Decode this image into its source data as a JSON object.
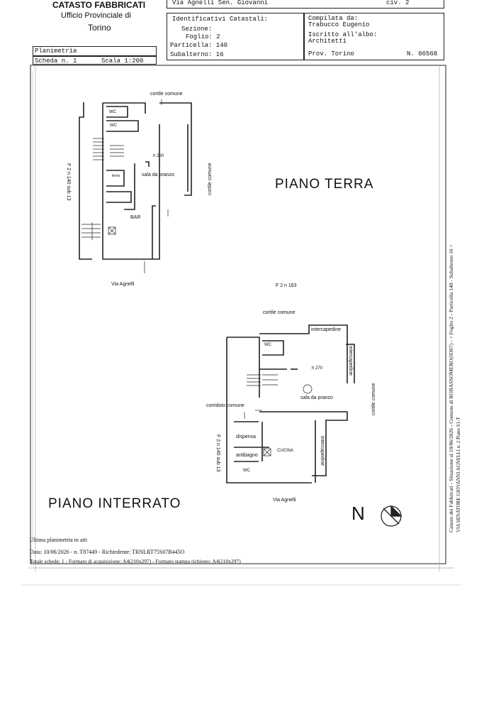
{
  "header": {
    "left": {
      "line1": "CATASTO FABBRICATI",
      "line2": "Ufficio Provinciale di",
      "line3": "Torino"
    },
    "address": "Via Agnelli Sen. Giovanni",
    "civ": "civ. 2",
    "ident": {
      "title": "Identificativi Catastali:",
      "sezione": "Sezione:",
      "foglio": "Foglio: 2",
      "particella": "Particella: 140",
      "subalterno": "Subalterno: 16"
    },
    "compilata": {
      "l1": "Compilata da:",
      "l2": "Trabucco Eugenio",
      "l3": "Iscritto all'albo:",
      "l4": "Architetti",
      "prov": "Prov. Torino",
      "num": "N. 06568"
    },
    "planimetria": "Planimetria",
    "scheda": "Scheda n. 1",
    "scala": "Scala 1:200"
  },
  "plan": {
    "piano_terra": "PIANO   TERRA",
    "piano_interrato": "PIANO   INTERRATO",
    "cortile_top": "cortile  comune",
    "wc1": "WC",
    "wc2": "WC",
    "h200": "h 200",
    "forno": "forno",
    "sala_pranzo_1": "sala da pranzo",
    "bar": "BAR",
    "cortile_right_1": "cortile  comune",
    "f2_left_1": "F 2  n 140 sub 13",
    "via_agnelli_1": "Via  Agnelli",
    "f2_163": "F 2  n 163",
    "cortile_mid": "cortile  comune",
    "intercapedine_top": "intercapedine",
    "intercapedine_right": "intercapedine",
    "wc3": "WC",
    "h270": "h 270",
    "sala_pranzo_2": "sala da pranzo",
    "corridoio": "corridoio  comune",
    "cortile_right_2": "cortile  comune",
    "dispensa": "dispensa",
    "cucina": "CUCINA",
    "antibagno": "antibagno",
    "wc4": "WC",
    "intercapedine_low": "intercapedine",
    "f2_left_2": "F 2  n 140 sub 13",
    "via_agnelli_2": "Via  Agnelli",
    "north": "N"
  },
  "footer": {
    "ultima": "Ultima planimetria in atti",
    "data": "Data: 10/06/2026 - n. T87449 - Richiedente: TRNLRT75S07B445O",
    "totale": "Totale schede: 1 - Formato di acquisizione: A4(210x297) - Formato stampa richiesto: A4(210x297)",
    "side": "Catasto dei Fabbricati - Situazione al 10/06/2026 - Comune di ROBASSOMERO(H367) - < Foglio 2 - Particella 140 - Subalterno 16 >",
    "side2": "VIA SENATORE GIOVANNI AGNELLI n. 2 Piano S1-T"
  }
}
